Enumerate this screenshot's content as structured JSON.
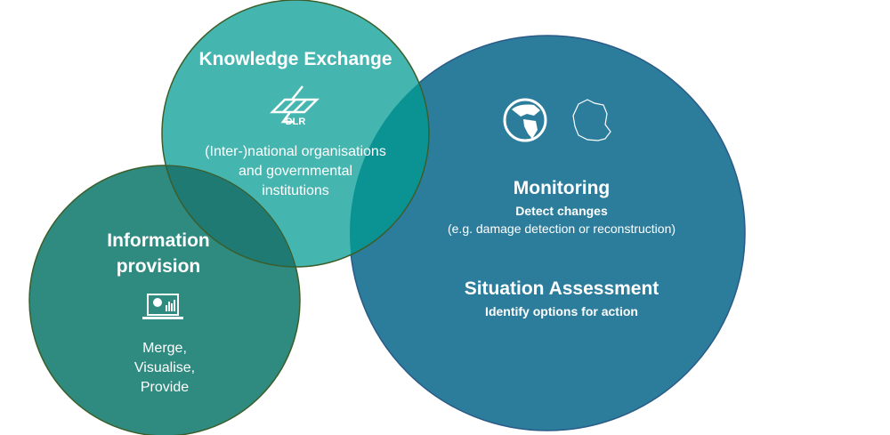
{
  "knowledge": {
    "title": "Knowledge Exchange",
    "logo_text": "DLR",
    "lines": [
      "(Inter-)national organisations",
      "and governmental",
      "institutions"
    ]
  },
  "information": {
    "title_lines": [
      "Information",
      "provision"
    ],
    "lines": [
      "Merge,",
      "Visualise,",
      "Provide"
    ]
  },
  "monitoring": {
    "title": "Monitoring",
    "subtitle": "Detect changes",
    "detail": "(e.g. damage detection or reconstruction)"
  },
  "situation": {
    "title": "Situation Assessment",
    "subtitle": "Identify options for action"
  },
  "colors": {
    "top": "#45b5b0",
    "left": "#2f8a80",
    "big": "#2c7d9c",
    "overlap_top_big": "#0b9394",
    "overlap_top_left": "#1e7a72"
  }
}
